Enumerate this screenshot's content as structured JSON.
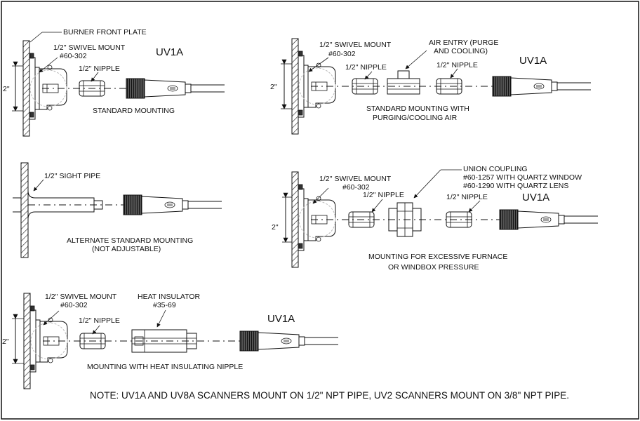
{
  "labels": {
    "burner_front_plate": "BURNER FRONT PLATE",
    "swivel_mount": "1/2'' SWIVEL MOUNT",
    "swivel_part": "#60-302",
    "nipple": "1/2'' NIPPLE",
    "uv1a": "UV1A",
    "dimension": "2\"",
    "standard_mounting": "STANDARD MOUNTING",
    "air_entry_1": "AIR ENTRY (PURGE",
    "air_entry_2": "AND COOLING)",
    "purging_1": "STANDARD MOUNTING WITH",
    "purging_2": "PURGING/COOLING AIR",
    "sight_pipe": "1/2'' SIGHT PIPE",
    "alternate_1": "ALTERNATE STANDARD MOUNTING",
    "alternate_2": "(NOT ADJUSTABLE)",
    "union_1": "UNION COUPLING",
    "union_2": "#60-1257 WITH QUARTZ WINDOW",
    "union_3": "#60-1290 WITH QUARTZ LENS",
    "furnace_1": "MOUNTING FOR EXCESSIVE FURNACE",
    "furnace_2": "OR WINDBOX PRESSURE",
    "heat_insulator": "HEAT INSULATOR",
    "heat_part": "#35-69",
    "heat_caption": "MOUNTING WITH HEAT INSULATING NIPPLE"
  },
  "note": "NOTE: UV1A AND UV8A SCANNERS MOUNT ON 1/2\" NPT PIPE, UV2 SCANNERS MOUNT ON 3/8\" NPT PIPE."
}
